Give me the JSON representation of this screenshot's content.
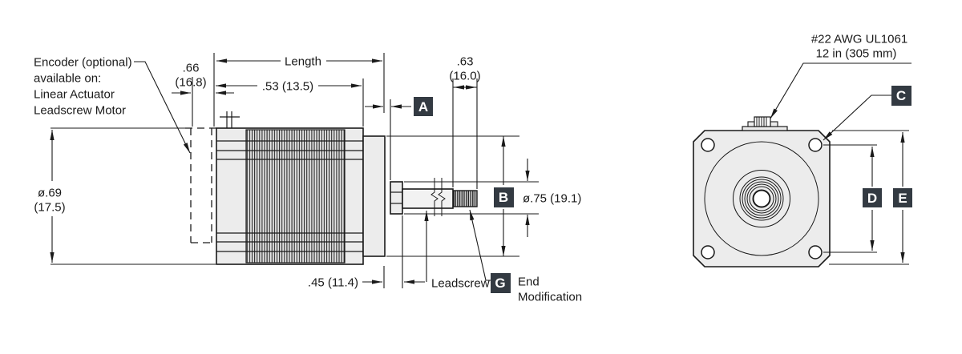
{
  "colors": {
    "label_box": "#333a42",
    "line": "#1a1a1a",
    "part_fill": "#ececec"
  },
  "side": {
    "encoder_note": [
      "Encoder (optional)",
      "available on:",
      "Linear Actuator",
      "Leadscrew Motor"
    ],
    "dim_encoder_in": ".66",
    "dim_encoder_mm": "(16.8)",
    "dim_length": "Length",
    "dim_body": ".53 (13.5)",
    "dim_shaft_in": ".63",
    "dim_shaft_mm": "(16.0)",
    "dim_dia_in": "ø.69",
    "dim_dia_mm": "(17.5)",
    "dim_boss_dia": "ø.75 (19.1)",
    "dim_pilot": ".45 (11.4)",
    "leadscrew_label": "Leadscrew",
    "end_mod": [
      "End",
      "Modification"
    ],
    "ref_a": "A",
    "ref_b": "B",
    "ref_g": "G"
  },
  "front": {
    "wire_note": [
      "#22 AWG UL1061",
      "12 in (305 mm)"
    ],
    "ref_c": "C",
    "ref_d": "D",
    "ref_e": "E"
  }
}
